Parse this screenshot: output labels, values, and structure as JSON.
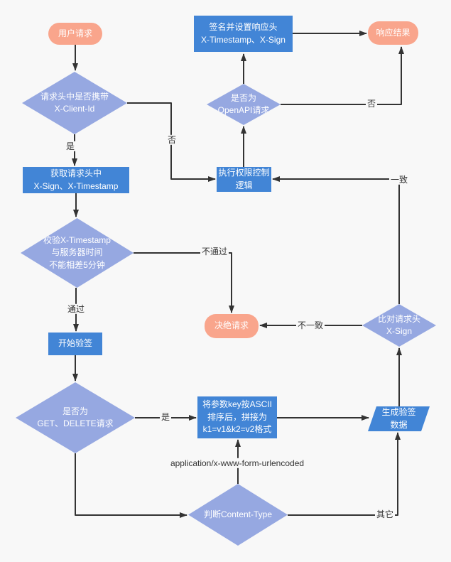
{
  "diagram": {
    "background": "#f8f8f8",
    "colors": {
      "terminal_fill": "#f9a58c",
      "process_fill": "#4285d6",
      "decision_fill": "#96a8e1",
      "connector": "#333333",
      "node_text": "#ffffff",
      "label_text": "#333333"
    },
    "nodes": {
      "user_request": "用户请求",
      "check_client_id": "请求头中是否携带\nX-Client-Id",
      "get_headers": "获取请求头中\nX-Sign、X-Timestamp",
      "check_timestamp": "校验X-Timestamp\n与服务器时间\n不能相差5分钟",
      "start_verify": "开始验签",
      "check_method": "是否为\nGET、DELETE请求",
      "sort_params": "将参数key按ASCII\n排序后，拼接为\nk1=v1&k2=v2格式",
      "check_content_type": "判断Content-Type",
      "gen_sign_data": "生成验签数据",
      "compare_sign": "比对请求头\nX-Sign",
      "reject_request": "决绝请求",
      "permission_logic": "执行权限控制逻辑",
      "check_openapi": "是否为\nOpenAPI请求",
      "sign_response": "签名并设置响应头\nX-Timestamp、X-Sign",
      "response_result": "响应结果"
    },
    "edge_labels": {
      "yes1": "是",
      "no1": "否",
      "pass": "通过",
      "fail": "不通过",
      "yes2": "是",
      "form_urlencoded": "application/x-www-form-urlencoded",
      "other": "其它",
      "mismatch": "不一致",
      "match": "一致",
      "no2": "否"
    }
  }
}
